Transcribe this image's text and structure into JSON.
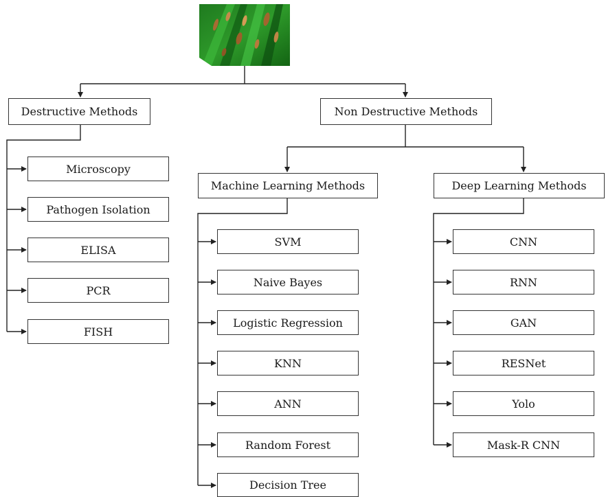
{
  "root_image": "plant-leaf-with-disease-spots",
  "destructive": {
    "label": "Destructive Methods",
    "items": [
      "Microscopy",
      "Pathogen Isolation",
      "ELISA",
      "PCR",
      "FISH"
    ]
  },
  "non_destructive": {
    "label": "Non Destructive Methods",
    "machine_learning": {
      "label": "Machine Learning Methods",
      "items": [
        "SVM",
        "Naive Bayes",
        "Logistic Regression",
        "KNN",
        "ANN",
        "Random Forest",
        "Decision Tree"
      ]
    },
    "deep_learning": {
      "label": "Deep Learning Methods",
      "items": [
        "CNN",
        "RNN",
        "GAN",
        "RESNet",
        "Yolo",
        "Mask-R CNN"
      ]
    }
  }
}
